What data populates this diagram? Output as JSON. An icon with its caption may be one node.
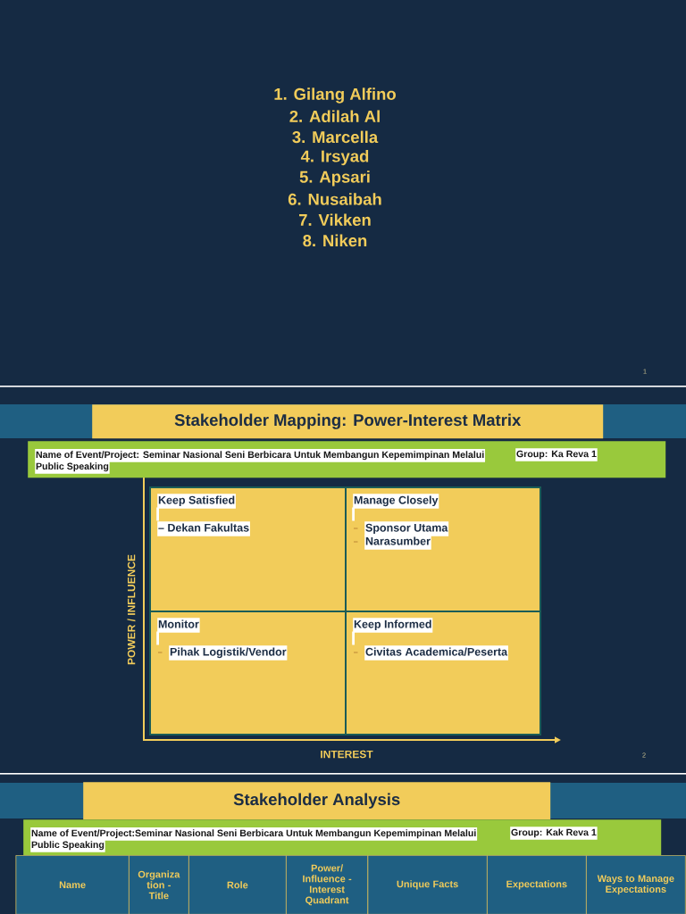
{
  "diagram": {
    "nodes": [
      {
        "text": [
          "Stakeholder Mapping: Power-Interest Matrix"
        ]
      },
      {
        "text": [
          "Name of Event/Project: Seminar Nasional Seni Berbicara Untuk Membangun Kepemimpinan Melalui Public Speaking",
          "Group: Ka Reva 1"
        ]
      },
      {
        "text": [
          "Keep Satisfied",
          "– Dekan Fakultas"
        ]
      },
      {
        "text": [
          "Manage Closely",
          "Sponsor Utama",
          "Narasumber"
        ]
      },
      {
        "text": [
          "Monitor",
          "Pihak Logistik/Vendor"
        ]
      },
      {
        "text": [
          "Keep Informed",
          "Civitas Academica/Peserta"
        ]
      },
      {
        "text": [
          "Stakeholder Analysis"
        ]
      },
      {
        "text": [
          "Name of Event/Project:Seminar Nasional Seni Berbicara Untuk Membangun Kepemimpinan Melalui Public Speaking",
          "Group: Kak Reva 1"
        ]
      }
    ],
    "labels": [
      "1. Gilang Alfino",
      "2. Adilah Al",
      "3. Marcella",
      "4. Irsyad",
      "5. Apsari",
      "6. Nusaibah",
      "7. Vikken",
      "8. Niken",
      "1",
      "POWER / INFLUENCE",
      "INTEREST",
      "2",
      "Name",
      "Organiza tion - Title",
      "Role",
      "Power/ Influence - Interest Quadrant",
      "Unique Facts",
      "Expectations",
      "Ways to Manage Expectations"
    ]
  }
}
